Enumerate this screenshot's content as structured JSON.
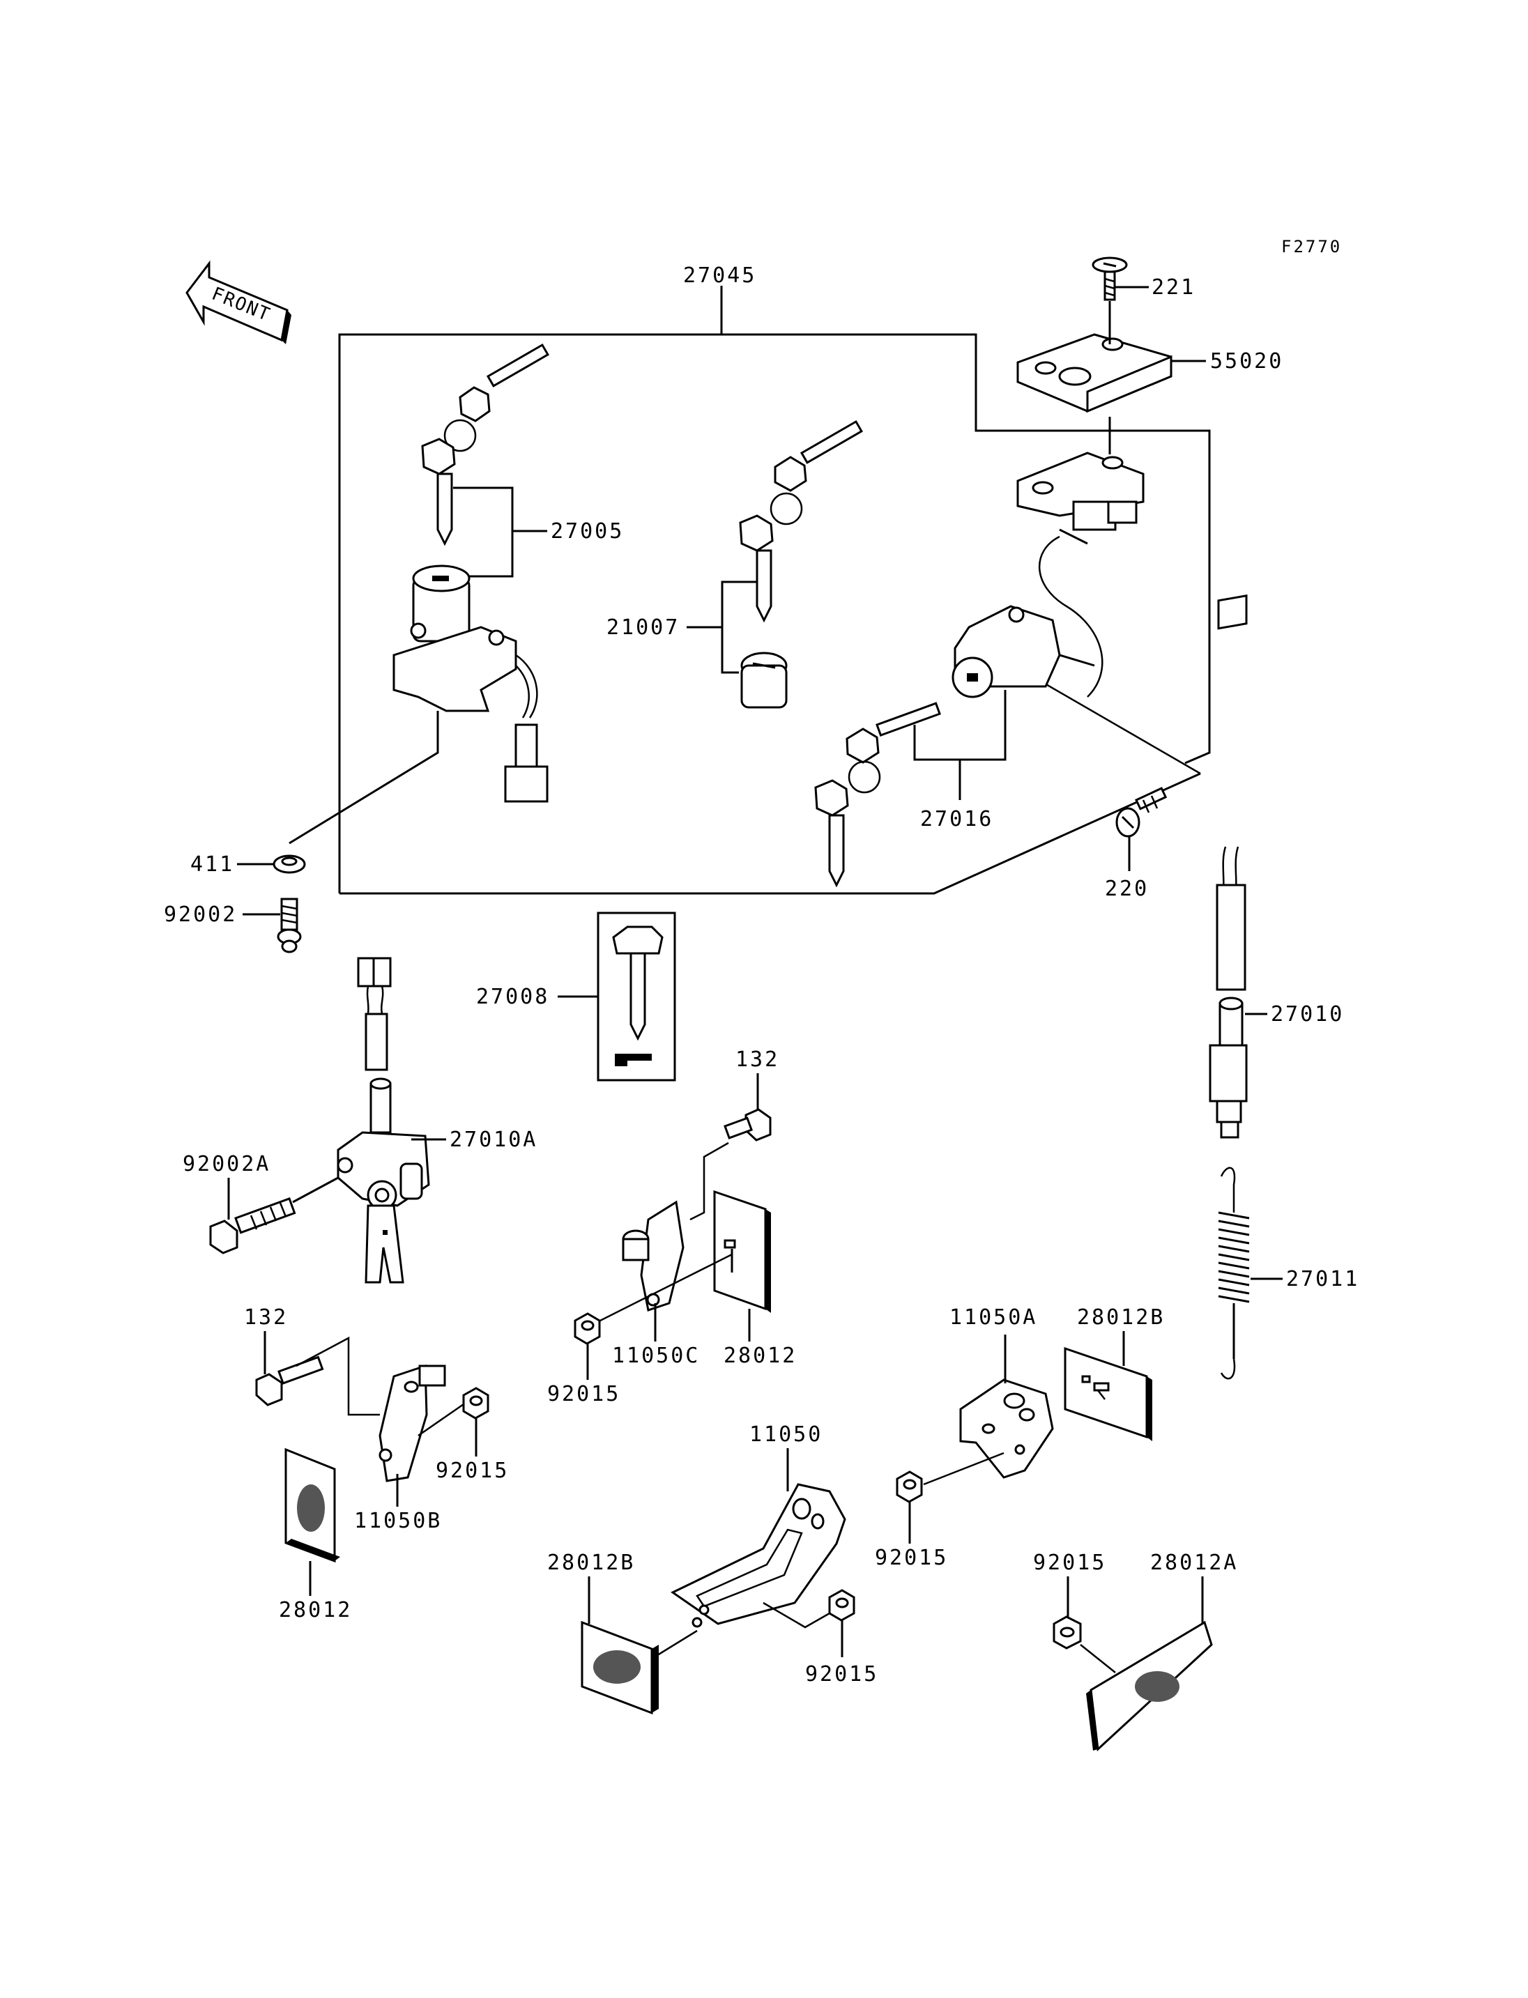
{
  "figure_code": "F2770",
  "front_arrow": {
    "text": "FRONT",
    "icon": "front-direction-arrow"
  },
  "part_labels": {
    "p27045": "27045",
    "p221": "221",
    "p55020": "55020",
    "p27005": "27005",
    "p21007": "21007",
    "p27016": "27016",
    "p220": "220",
    "p411": "411",
    "p92002": "92002",
    "p27008": "27008",
    "p27010": "27010",
    "p132a": "132",
    "p27010A": "27010A",
    "p92002A": "92002A",
    "p27011": "27011",
    "p11050A": "11050A",
    "p28012Ba": "28012B",
    "p132b": "132",
    "p11050C": "11050C",
    "p28012a": "28012",
    "p92015a": "92015",
    "p92015b": "92015",
    "p11050B": "11050B",
    "p28012b": "28012",
    "p11050": "11050",
    "p92015c": "92015",
    "p28012Bb": "28012B",
    "p92015d": "92015",
    "p92015e": "92015",
    "p28012A": "28012A"
  }
}
